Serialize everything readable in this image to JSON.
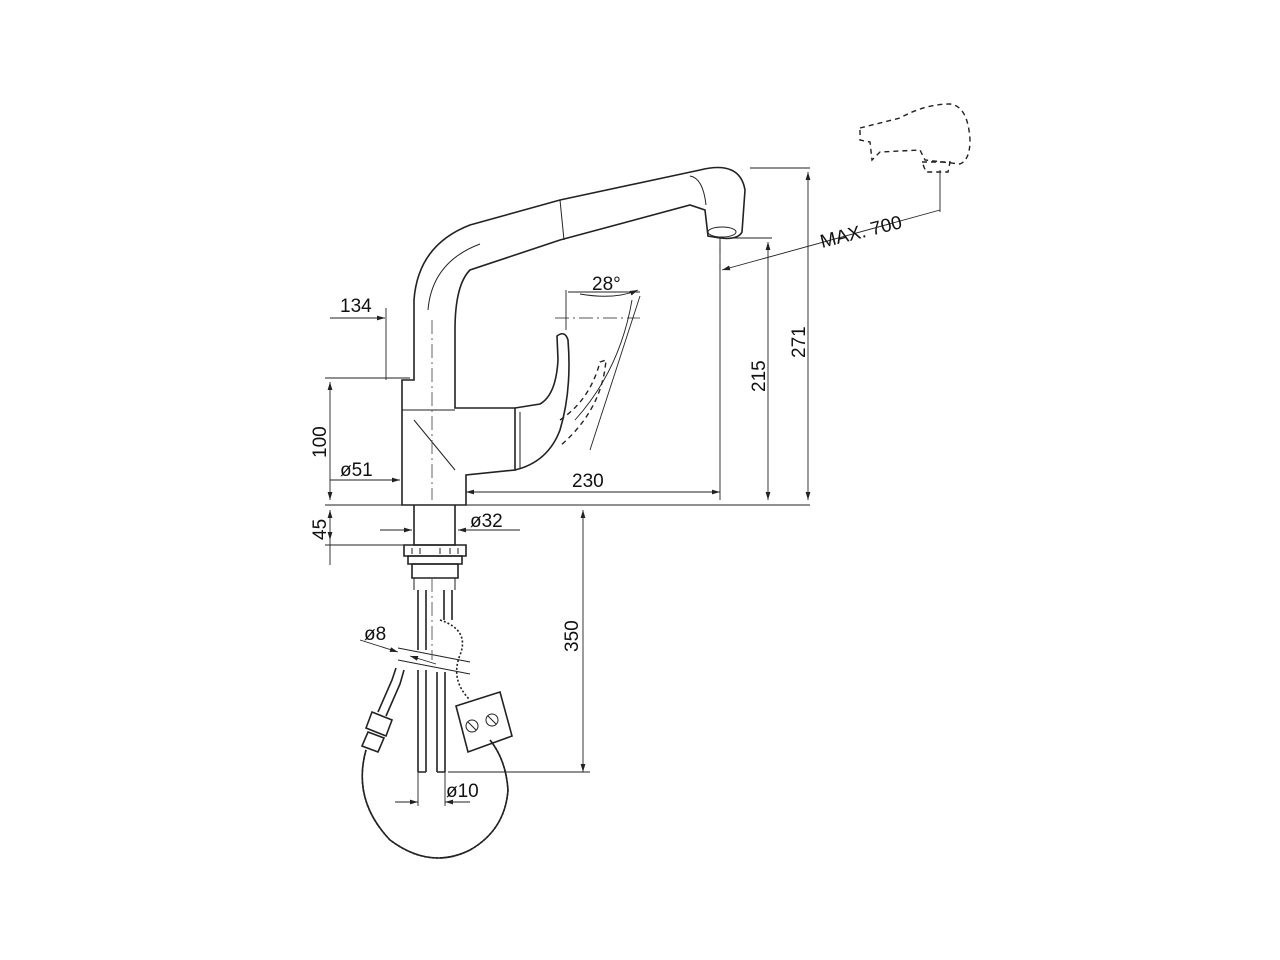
{
  "dimensions": {
    "d_134": "134",
    "d_28deg": "28°",
    "d_max700": "MAX. 700",
    "d_271": "271",
    "d_215": "215",
    "d_100": "100",
    "d_phi51": "ø51",
    "d_230": "230",
    "d_45": "45",
    "d_phi32": "ø32",
    "d_350": "350",
    "d_phi8": "ø8",
    "d_phi10": "ø10"
  },
  "colors": {
    "line": "#222222",
    "background": "#ffffff"
  }
}
